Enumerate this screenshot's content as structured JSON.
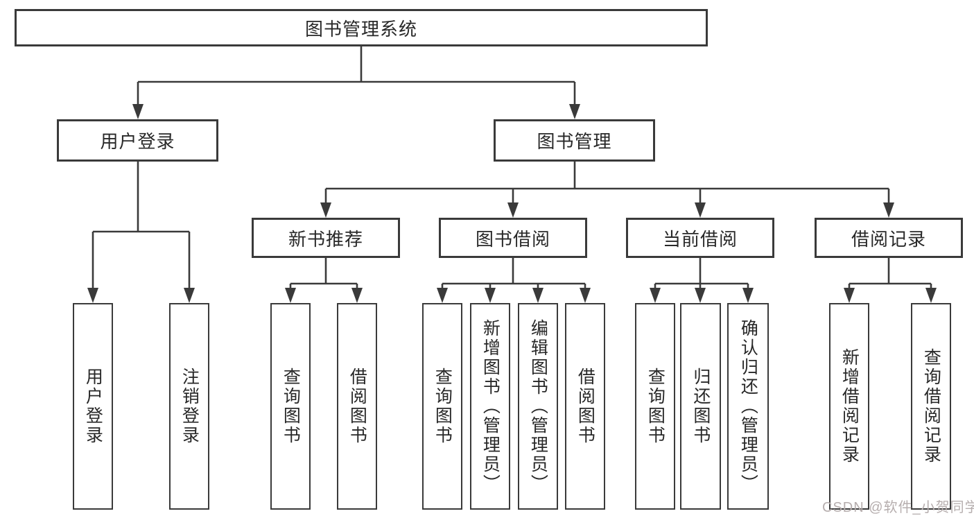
{
  "tree": {
    "label": "图书管理系统",
    "children": [
      {
        "label": "用户登录",
        "children": [
          {
            "label": "用户登录"
          },
          {
            "label": "注销登录"
          }
        ]
      },
      {
        "label": "图书管理",
        "children": [
          {
            "label": "新书推荐",
            "children": [
              {
                "label": "查询图书"
              },
              {
                "label": "借阅图书"
              }
            ]
          },
          {
            "label": "图书借阅",
            "children": [
              {
                "label": "查询图书"
              },
              {
                "label": "新增图书（管理员）"
              },
              {
                "label": "编辑图书（管理员）"
              },
              {
                "label": "借阅图书"
              }
            ]
          },
          {
            "label": "当前借阅",
            "children": [
              {
                "label": "查询图书"
              },
              {
                "label": "归还图书"
              },
              {
                "label": "确认归还（管理员）"
              }
            ]
          },
          {
            "label": "借阅记录",
            "children": [
              {
                "label": "新增借阅记录"
              },
              {
                "label": "查询借阅记录"
              }
            ]
          }
        ]
      }
    ]
  },
  "watermark": "CSDN @软件_小贺同学",
  "colors": {
    "line": "#3a3a3a",
    "text": "#282828",
    "background": "#ffffff",
    "watermark": "#b6aeae"
  }
}
